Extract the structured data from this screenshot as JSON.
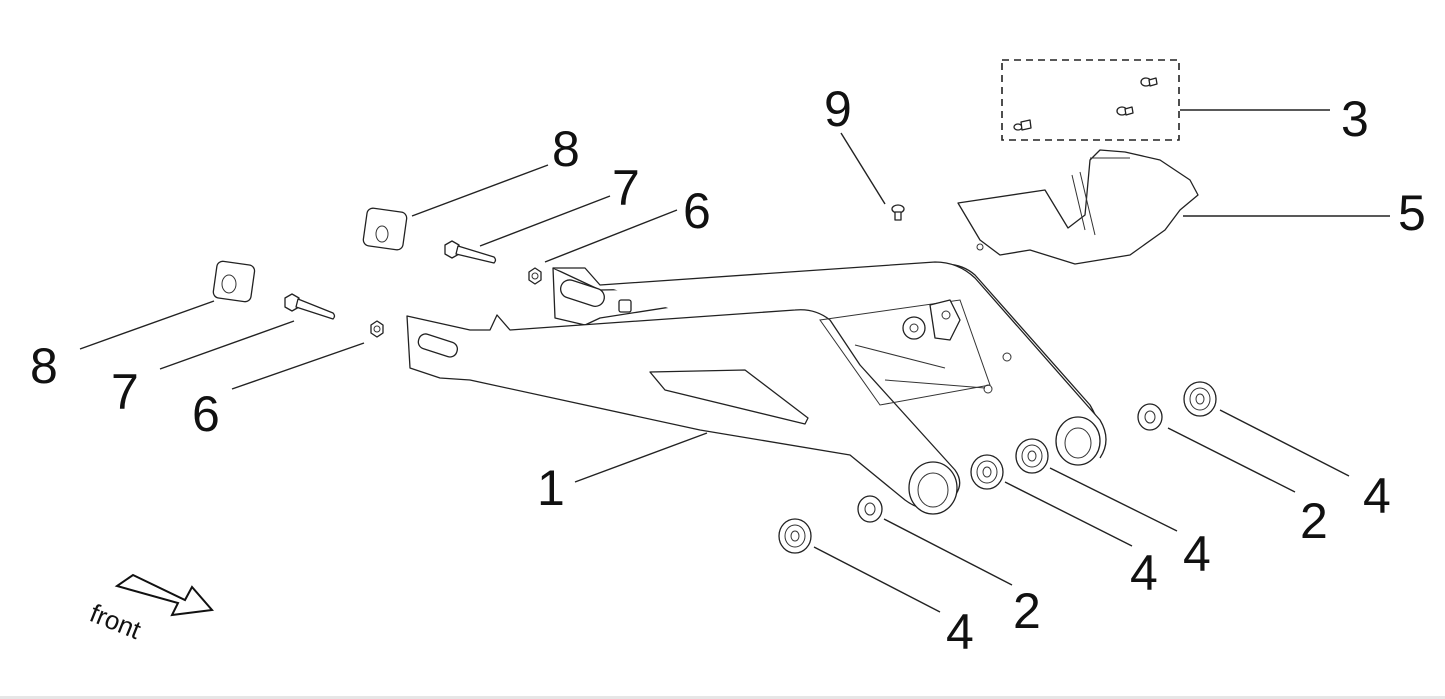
{
  "diagram": {
    "type": "exploded-parts-view",
    "subject": "swingarm assembly",
    "orientation_label": "front",
    "callouts": [
      {
        "id": "c1",
        "number": "1",
        "part": "swingarm"
      },
      {
        "id": "c2a",
        "number": "2",
        "part": "washer (left)"
      },
      {
        "id": "c2b",
        "number": "2",
        "part": "washer (right)"
      },
      {
        "id": "c3",
        "number": "3",
        "part": "screw kit (dashed box)"
      },
      {
        "id": "c4a",
        "number": "4",
        "part": "bearing"
      },
      {
        "id": "c4b",
        "number": "4",
        "part": "bearing"
      },
      {
        "id": "c4c",
        "number": "4",
        "part": "bearing"
      },
      {
        "id": "c4d",
        "number": "4",
        "part": "bearing"
      },
      {
        "id": "c5",
        "number": "5",
        "part": "chain guard / cover"
      },
      {
        "id": "c6a",
        "number": "6",
        "part": "nut (lower)"
      },
      {
        "id": "c6b",
        "number": "6",
        "part": "nut (upper)"
      },
      {
        "id": "c7a",
        "number": "7",
        "part": "bolt (lower)"
      },
      {
        "id": "c7b",
        "number": "7",
        "part": "bolt (upper)"
      },
      {
        "id": "c8a",
        "number": "8",
        "part": "chain adjuster block (lower)"
      },
      {
        "id": "c8b",
        "number": "8",
        "part": "chain adjuster block (upper)"
      },
      {
        "id": "c9",
        "number": "9",
        "part": "screw"
      }
    ]
  }
}
